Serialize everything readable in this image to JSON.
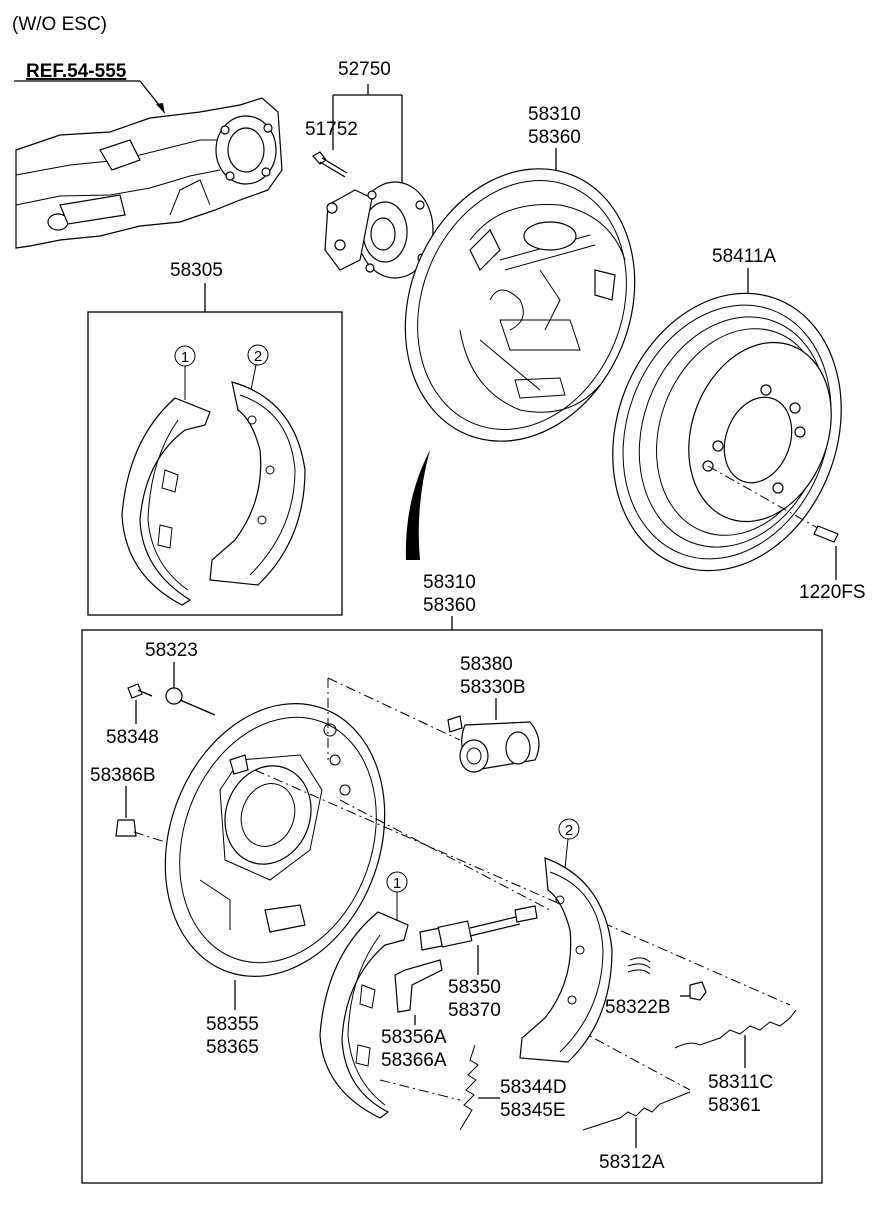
{
  "diagram": {
    "variant_note": "(W/O ESC)",
    "reference": "REF.54-555",
    "labels": {
      "hub_assembly": "52750",
      "hub_bolt": "51752",
      "brake_assembly_top_a": "58310",
      "brake_assembly_top_b": "58360",
      "shoe_kit": "58305",
      "drum": "58411A",
      "drum_screw": "1220FS",
      "brake_assembly_a": "58310",
      "brake_assembly_b": "58360",
      "bleeder_screw": "58323",
      "backing_bolt": "58348",
      "cap": "58386B",
      "wheel_cylinder_a": "58380",
      "wheel_cylinder_b": "58330B",
      "backing_plate_a": "58355",
      "backing_plate_b": "58365",
      "adjuster_a": "58350",
      "adjuster_b": "58370",
      "lever_a": "58356A",
      "lever_b": "58366A",
      "spring_lower_a": "58344D",
      "spring_lower_b": "58345E",
      "retainer_spring": "58322B",
      "upper_spring_a": "58311C",
      "upper_spring_b": "58361",
      "adjuster_spring": "58312A",
      "callout_1": "1",
      "callout_2": "2"
    }
  }
}
